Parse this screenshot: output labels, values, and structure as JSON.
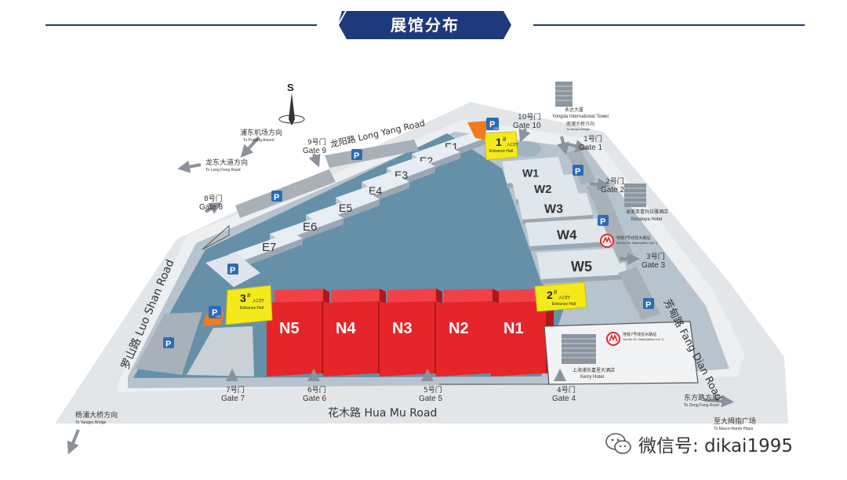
{
  "header": {
    "title": "展馆分布"
  },
  "compass": {
    "label": "S"
  },
  "roads": {
    "luoshan": "罗山路 Luo Shan Road",
    "huamu": "花木路 Hua Mu Road",
    "fangdian": "芳甸路 Fang Dian Road",
    "longyang": "龙阳路 Long Yang Road"
  },
  "directions": {
    "pudong_airport": {
      "cn": "浦东机场方向",
      "en": "To Pudong Airport"
    },
    "longdong": {
      "cn": "龙东大道方向",
      "en": "To Long Dong Road"
    },
    "yangpu": {
      "cn": "杨浦大桥方向",
      "en": "To Yangpu Bridge"
    },
    "nanpu": {
      "cn": "南浦大桥方向",
      "en": "To Nanpu Bridge"
    },
    "dongfang": {
      "cn": "东方路方向",
      "en": "To Dong Fang Road"
    },
    "macro": {
      "cn": "至大拇指广场",
      "en": "To Macro-thumb Plaza"
    }
  },
  "gates": [
    {
      "cn": "1号门",
      "en": "Gate 1"
    },
    {
      "cn": "2号门",
      "en": "Gate 2"
    },
    {
      "cn": "3号门",
      "en": "Gate 3"
    },
    {
      "cn": "4号门",
      "en": "Gate 4"
    },
    {
      "cn": "5号门",
      "en": "Gate 5"
    },
    {
      "cn": "6号门",
      "en": "Gate 6"
    },
    {
      "cn": "7号门",
      "en": "Gate 7"
    },
    {
      "cn": "8号门",
      "en": "Gate 8"
    },
    {
      "cn": "9号门",
      "en": "Gate 9"
    },
    {
      "cn": "10号门",
      "en": "Gate 10"
    }
  ],
  "halls": {
    "east": [
      "E1",
      "E2",
      "E3",
      "E4",
      "E5",
      "E6",
      "E7"
    ],
    "west": [
      "W1",
      "W2",
      "W3",
      "W4",
      "W5"
    ],
    "north": [
      "N5",
      "N4",
      "N3",
      "N2",
      "N1"
    ]
  },
  "entrance_halls": [
    {
      "num": "1",
      "sup": "#",
      "cn": "入口厅",
      "en": "Entrance Hall"
    },
    {
      "num": "2",
      "sup": "#",
      "cn": "入口厅",
      "en": "Entrance Hall"
    },
    {
      "num": "3",
      "sup": "#",
      "cn": "入口厅",
      "en": "Entrance Hall"
    }
  ],
  "parking": {
    "label": "P",
    "vip_label": "VIP"
  },
  "landmarks": {
    "yongda": {
      "cn": "永达大厦",
      "en": "Yongda International Tower"
    },
    "ximalaya": {
      "cn": "卓美亚喜玛拉雅酒店",
      "en": "Ximalaya Hotel"
    },
    "kerry": {
      "cn": "上海浦东嘉里大酒店",
      "en": "Kerry Hotel"
    },
    "metro1": {
      "cn": "地铁7号线花木路站",
      "en": "Hua Mu Rd. Station(Metro Line 7)"
    },
    "metro2": {
      "cn": "地铁7号线花木路站",
      "en": "Hua Mu Rd. Station(Metro Line 7)"
    }
  },
  "watermark": {
    "text": "微信号: dikai1995"
  },
  "colors": {
    "header": "#1f3a7a",
    "n_hall": "#e5252a",
    "hall_grey": "#d3dde6",
    "water": "#6590a8",
    "entrance": "#f4ea1a",
    "parking": "#2d6bb5"
  }
}
